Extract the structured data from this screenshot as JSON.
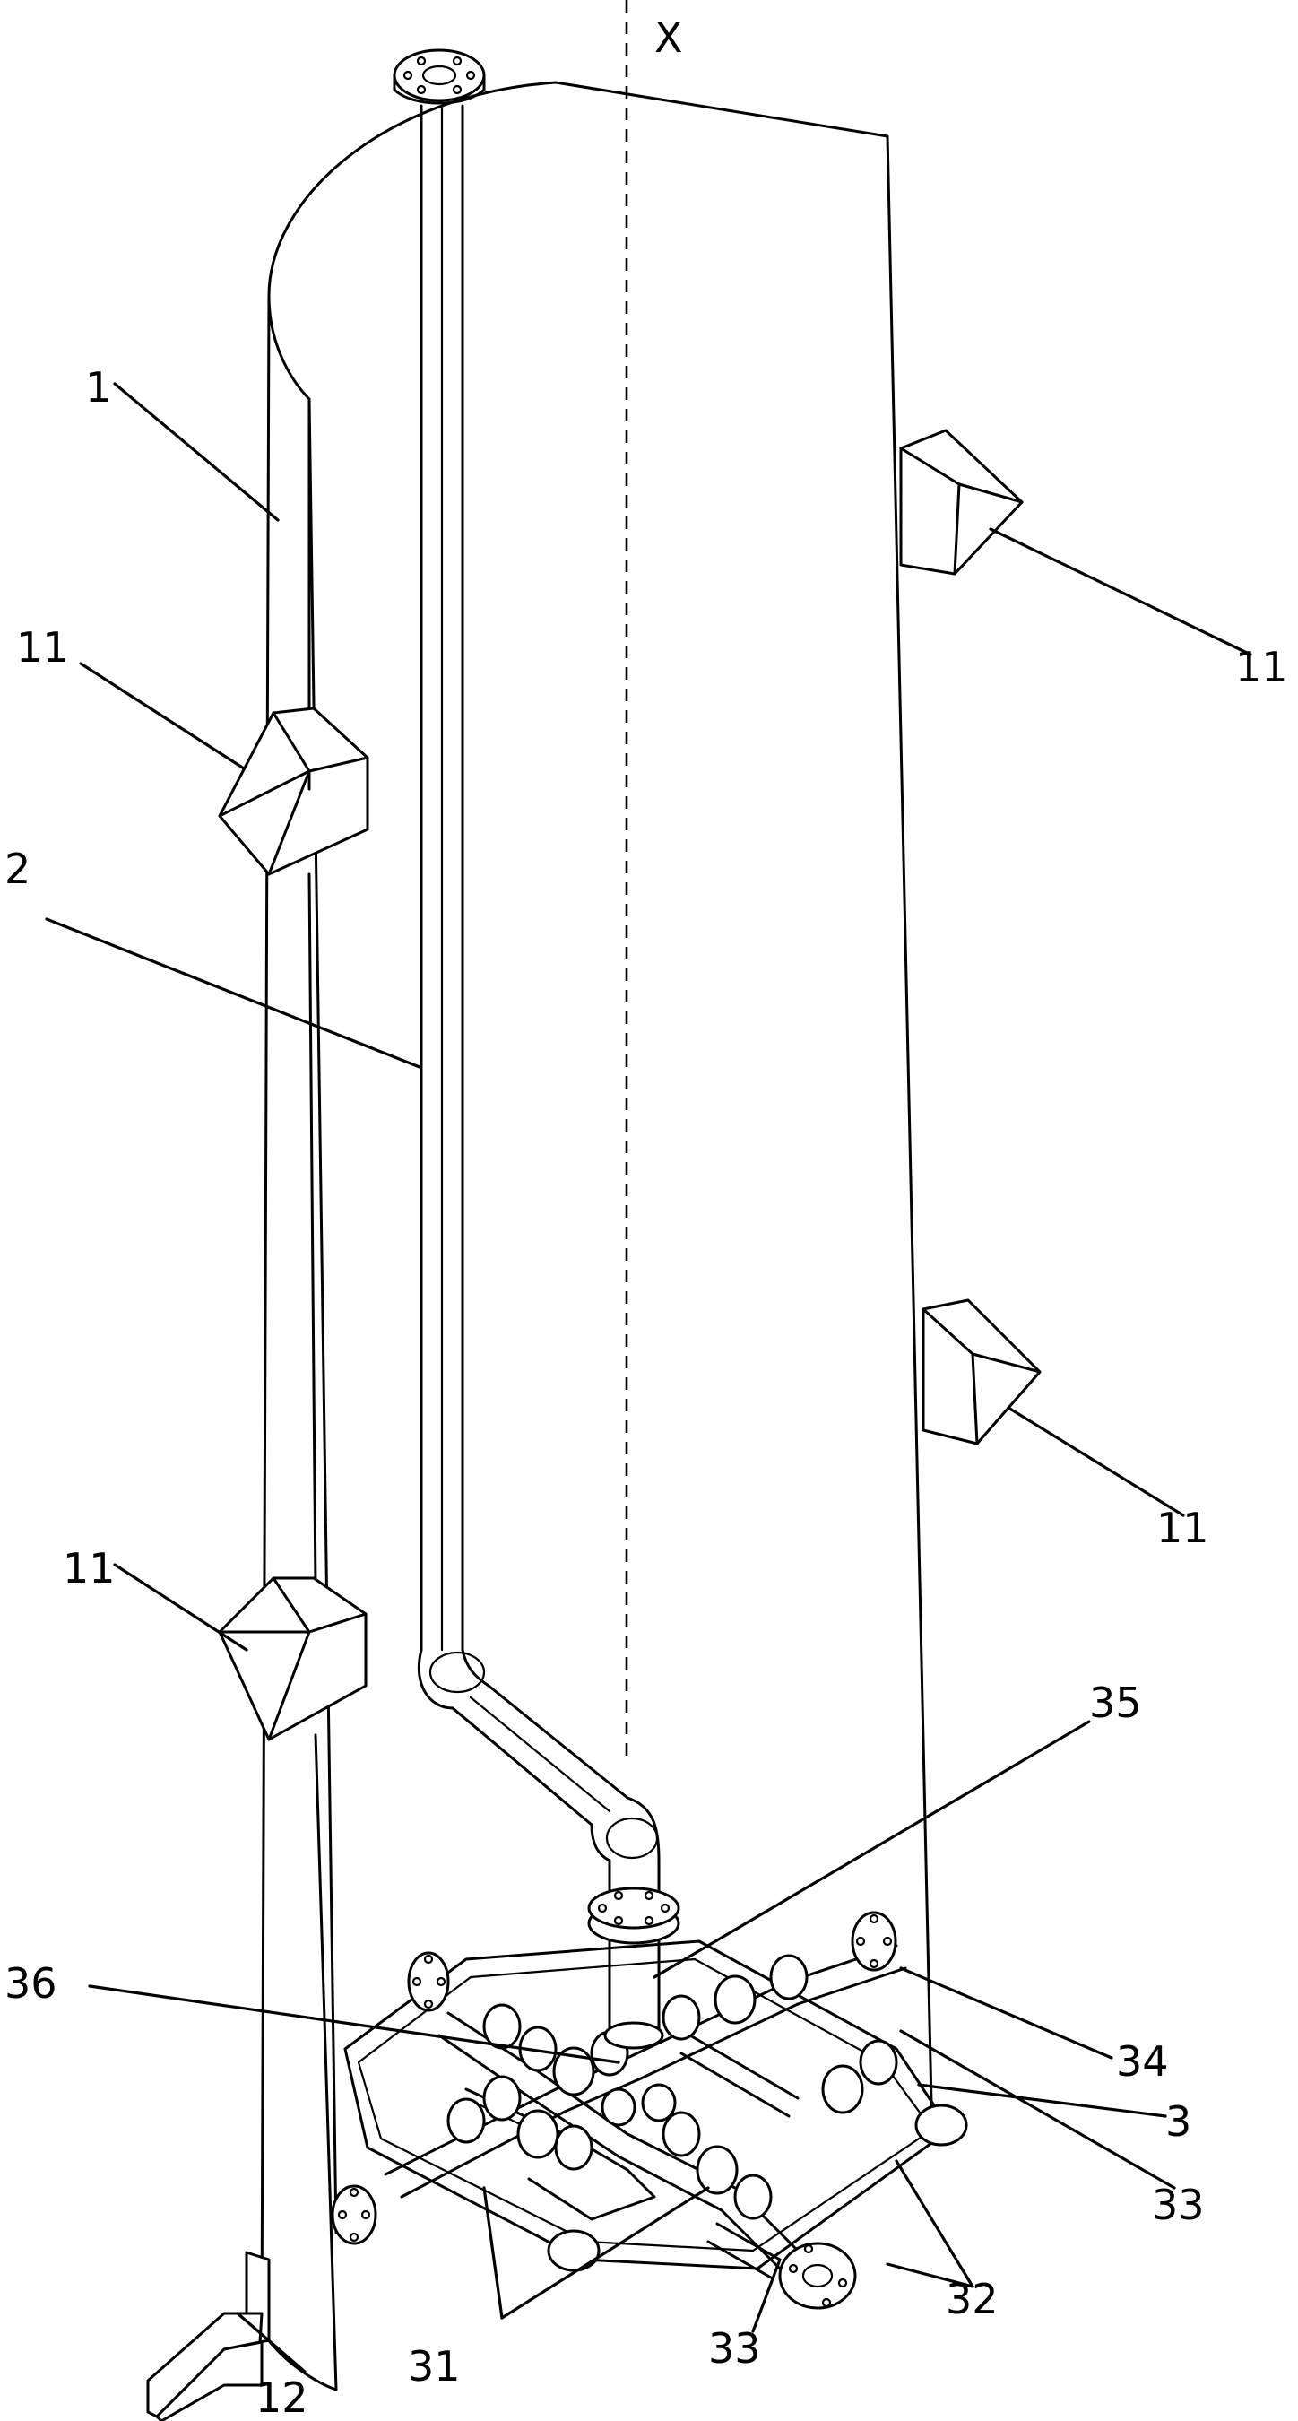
{
  "figure": {
    "axis_label": "X",
    "labels": {
      "tank": "1",
      "bracket_left_upper": "11",
      "bracket_right_upper": "11",
      "bracket_left_lower": "11",
      "bracket_right_lower": "11",
      "pipe": "2",
      "distributor": "3",
      "part_31": "31",
      "part_32": "32",
      "part_33_right": "33",
      "part_33_bottom": "33",
      "part_34": "34",
      "part_35": "35",
      "part_36": "36",
      "foot": "12"
    }
  }
}
